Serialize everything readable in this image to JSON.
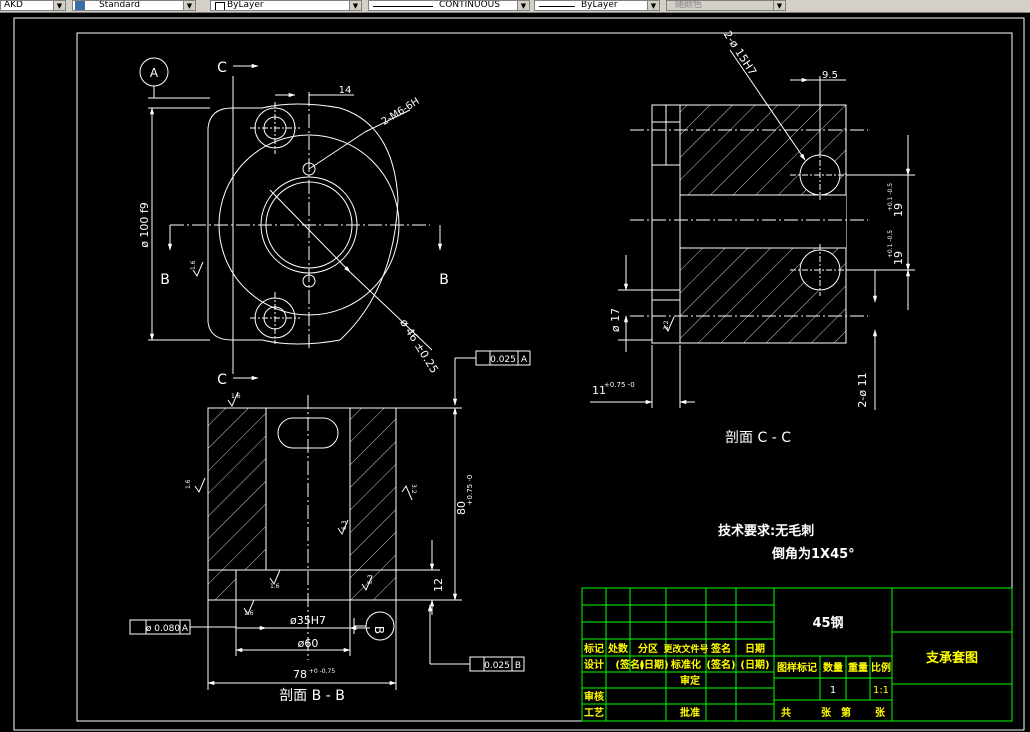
{
  "toolbar": {
    "layer_name": "AKD",
    "text_style": "Standard",
    "color": "ByLayer",
    "linetype": "CONTINUOUS",
    "lineweight": "ByLayer",
    "plot_style": "随颜色"
  },
  "colors": {
    "background": "#000000",
    "line": "#ffffff",
    "border_green": "#00ff00",
    "title_yellow": "#ffff00",
    "title_green": "#00ff00"
  },
  "drawing": {
    "datum_a": "A",
    "section_c": "C",
    "section_b": "B",
    "dim_14": "14",
    "thread_note": "2-M6-6H",
    "dim_dia100": "ø 100 f9",
    "dim_dia46": "ø 46 ±0.25",
    "dim_2dia15": "2-ø 15H7",
    "dim_9_5": "9.5",
    "dim_19_a": "19",
    "dim_19_a_tol": "+0.1 -0.5",
    "dim_19_b": "19",
    "dim_19_b_tol": "+0.1 -0.5",
    "dim_dia17": "ø 17",
    "dim_11": "11",
    "dim_11_tol": "+0.75 -0",
    "dim_2dia11": "2-ø 11",
    "section_cc_label": "剖面 C - C",
    "tolerance_flatness": "0.025",
    "tolerance_ref_a": "A",
    "tolerance_runout": "0.025",
    "tolerance_ref_b": "B",
    "dim_80": "80",
    "dim_80_tol": "+0.75 -0",
    "dim_12": "12",
    "dim_35h7": "ø35H7",
    "dim_60": "ø60",
    "dim_78": "78",
    "dim_78_tol": "+0 -0.75",
    "position_tol": "ø 0.080",
    "position_ref": "A",
    "section_bb_label": "剖面 B - B",
    "rough_16": "1.6",
    "rough_32": "3.2",
    "rough_63": "6.3",
    "tech_req_1": "技术要求:无毛刺",
    "tech_req_2": "倒角为1X45°"
  },
  "title_block": {
    "material": "45钢",
    "part_name": "支承套图",
    "h_mark": "标记",
    "h_count": "处数",
    "h_zone": "分区",
    "h_doc": "更改文件号",
    "h_sign": "签名",
    "h_date": "日期",
    "design": "设计",
    "sign_paren": "(签名)",
    "date_paren": "(日期)",
    "standard": "标准化",
    "sign_paren2": "(签名)",
    "date_paren2": "(日期)",
    "stage_mark": "图样标记",
    "qty": "数量",
    "weight": "重量",
    "scale": "比例",
    "qty_val": "1",
    "scale_val": "1:1",
    "review": "审核",
    "process": "工艺",
    "approve": "批准",
    "approved_by": "审定",
    "sheets": "共",
    "sheets_zhang": "张",
    "sheet_no": "第",
    "sheet_zhang": "张"
  }
}
